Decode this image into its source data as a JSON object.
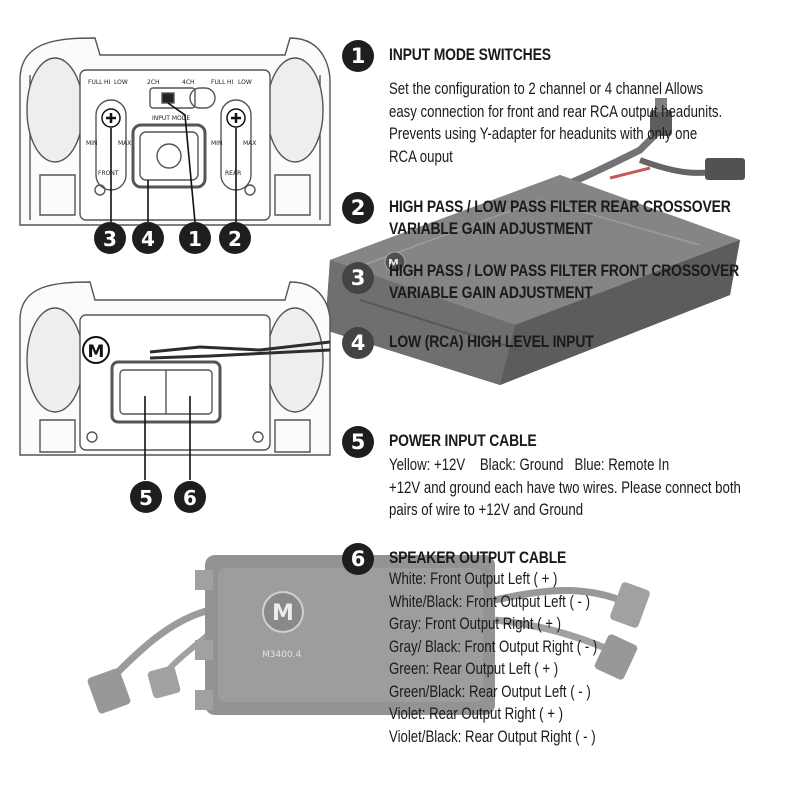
{
  "top_diagram": {
    "switch_labels": {
      "full": "FULL",
      "hi": "HI",
      "low": "LOW",
      "two_ch": "2CH",
      "four_ch": "4CH",
      "input_mode": "INPUT MODE",
      "min": "MIN",
      "max": "MAX",
      "front": "FRONT",
      "rear": "REAR"
    },
    "callouts": [
      "3",
      "4",
      "1",
      "2"
    ]
  },
  "middle_diagram": {
    "logo": "M",
    "callouts": [
      "5",
      "6"
    ]
  },
  "sections": [
    {
      "num": "1",
      "title": "INPUT MODE SWITCHES",
      "lines": [
        "Set the configuration to 2 channel or 4 channel Allows",
        "easy connection for front and rear RCA output headunits.",
        "Prevents using Y-adapter for headunits with only one",
        "RCA ouput"
      ]
    },
    {
      "num": "2",
      "title_lines": [
        "HIGH PASS / LOW PASS FILTER REAR CROSSOVER",
        "VARIABLE GAIN ADJUSTMENT"
      ]
    },
    {
      "num": "3",
      "title_lines": [
        "HIGH PASS / LOW PASS FILTER FRONT CROSSOVER",
        "VARIABLE GAIN ADJUSTMENT"
      ]
    },
    {
      "num": "4",
      "title": "LOW (RCA) HIGH LEVEL INPUT"
    },
    {
      "num": "5",
      "title": "POWER INPUT CABLE",
      "lines": [
        "Yellow: +12V    Black: Ground   Blue: Remote In",
        "+12V and ground each have two wires. Please connect both",
        "pairs of wire to +12V and Ground"
      ]
    },
    {
      "num": "6",
      "title": "SPEAKER OUTPUT CABLE",
      "lines": [
        "White: Front Output Left ( + )",
        "White/Black: Front Output Left ( - )",
        "Gray: Front Output Right ( + )",
        "Gray/ Black: Front Output Right ( - )",
        "Green: Rear Output Left ( + )",
        "Green/Black: Rear Output Left ( - )",
        "Violet: Rear Output Right ( + )",
        "Violet/Black: Rear Output Right ( - )"
      ]
    }
  ],
  "product_photo": {
    "model_text": "M3400.4",
    "logo": "M"
  }
}
